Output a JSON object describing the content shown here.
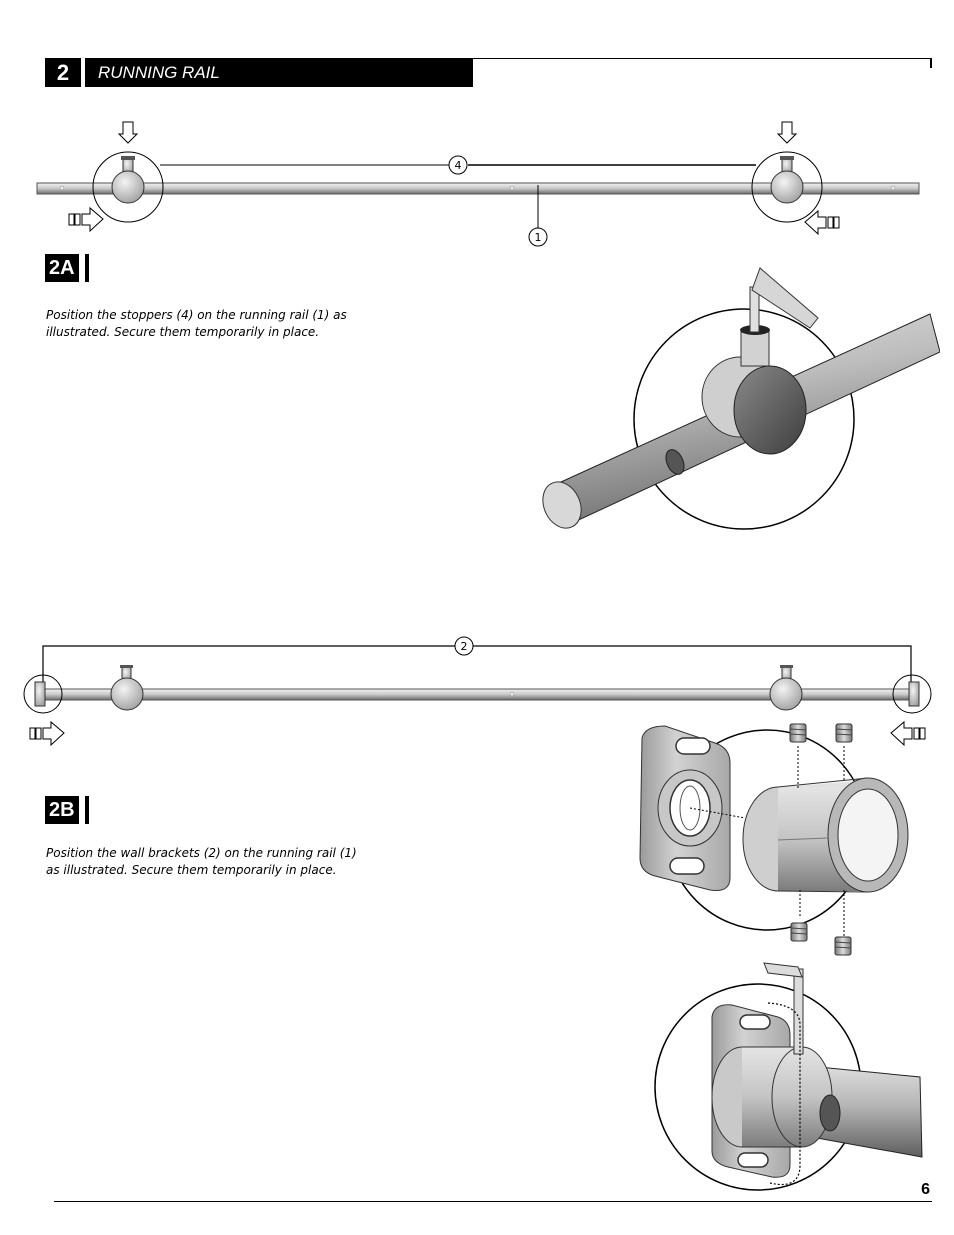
{
  "section": {
    "number": "2",
    "title": "RUNNING RAIL"
  },
  "step_2a": {
    "badge": "2A",
    "text_line1": "Position the stoppers (4) on the running rail (1) as",
    "text_line2": "illustrated.  Secure them temporarily in place.",
    "callouts": {
      "stopper": "4",
      "rail": "1"
    }
  },
  "step_2b": {
    "badge": "2B",
    "text_line1": "Position the wall brackets (2) on the running rail (1)",
    "text_line2": "as illustrated.  Secure them temporarily in place.",
    "callouts": {
      "bracket": "2"
    }
  },
  "footer": {
    "page_number": "6"
  }
}
